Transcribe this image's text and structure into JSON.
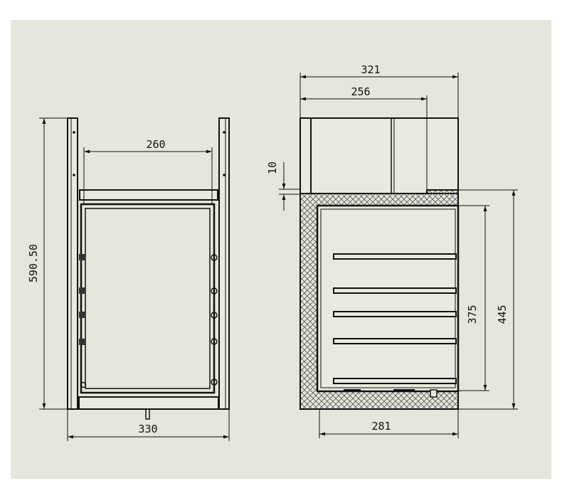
{
  "colors": {
    "paper": "#ffffff",
    "sheet": "#e6e6dc",
    "line": "#111111",
    "hatch": "#555555",
    "panel": "#e9e9df"
  },
  "dimensions": {
    "front_total_height": "590.50",
    "front_inner_width": "260",
    "front_outer_width": "330",
    "side_total_depth": "321",
    "side_upper_depth": "256",
    "side_top_thickness": "10",
    "side_inner_height": "375",
    "side_outer_height": "445",
    "side_inner_depth": "281"
  }
}
